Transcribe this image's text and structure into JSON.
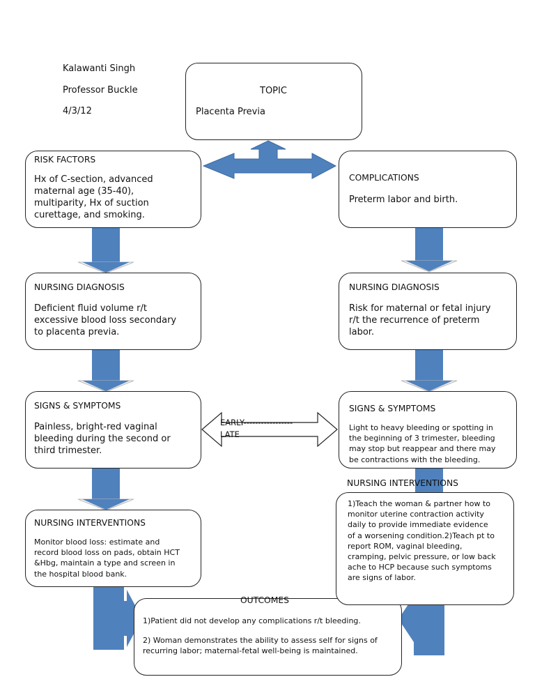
{
  "header": {
    "author": "Kalawanti Singh",
    "professor": "Professor Buckle",
    "date": "4/3/12"
  },
  "topic": {
    "label": "TOPIC",
    "text": "Placenta Previa"
  },
  "left": {
    "risk_factors": {
      "title": "RISK FACTORS",
      "text": "Hx of C-section, advanced\nmaternal age (35-40),\nmultiparity, Hx of suction\ncurettage, and smoking."
    },
    "nursing_diagnosis": {
      "title": "NURSING DIAGNOSIS",
      "text": "Deficient fluid volume r/t\nexcessive blood loss secondary\nto placenta previa."
    },
    "signs_symptoms": {
      "title": "SIGNS & SYMPTOMS",
      "text": "Painless, bright-red vaginal\nbleeding during the second or\nthird trimester."
    },
    "nursing_interventions": {
      "title": "NURSING INTERVENTIONS",
      "text": "Monitor blood loss: estimate and\nrecord blood loss on pads, obtain HCT\n&Hbg, maintain a type and screen in\nthe hospital blood bank."
    }
  },
  "right": {
    "complications": {
      "title": "COMPLICATIONS",
      "text": "Preterm labor and birth."
    },
    "nursing_diagnosis": {
      "title": "NURSING DIAGNOSIS",
      "text": "Risk for maternal or fetal injury\nr/t the recurrence of preterm\nlabor."
    },
    "signs_symptoms": {
      "title": "SIGNS & SYMPTOMS",
      "text": "Light to heavy bleeding or spotting in\nthe beginning of 3 trimester, bleeding\nmay stop but reappear and there may\nbe contractions with the bleeding."
    },
    "nursing_interventions": {
      "title": "NURSING INTERVENTIONS",
      "text": "1)Teach the woman & partner how to\nmonitor uterine contraction activity\ndaily to provide immediate evidence\nof a worsening condition.2)Teach pt to\nreport ROM, vaginal bleeding,\ncramping, pelvic pressure, or low back\nache to HCP because such symptoms\nare signs of labor."
    }
  },
  "middle_arrow": {
    "text": "EARLY-----------------\nLATE"
  },
  "outcomes": {
    "title": "OUTCOMES",
    "item1": "1)Patient did not develop any complications r/t bleeding.",
    "item2": "2) Woman demonstrates the ability to assess self for signs of\nrecurring labor; maternal-fetal well-being is maintained."
  },
  "colors": {
    "arrow_fill": "#4f81bd",
    "arrow_stroke": "#3a6aa3",
    "border": "#222222"
  }
}
